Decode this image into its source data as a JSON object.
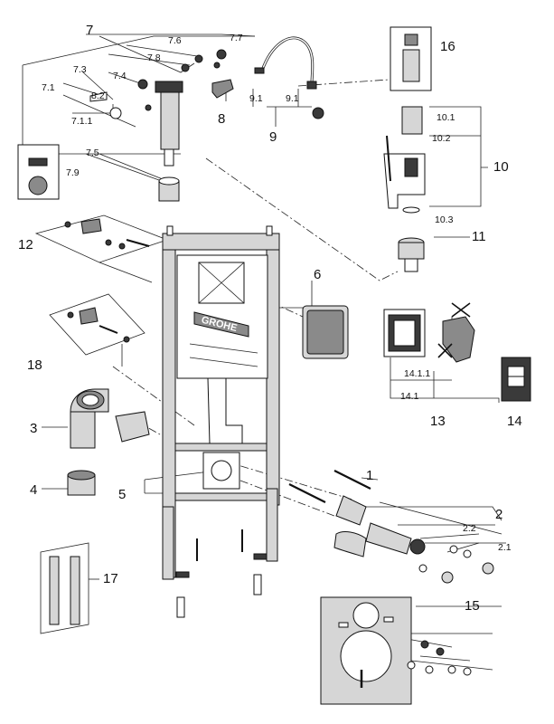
{
  "brand": "GROHE",
  "parts": [
    {
      "id": "7",
      "name": "part-7"
    },
    {
      "id": "7.1",
      "name": "part-7-1"
    },
    {
      "id": "7.1.1",
      "name": "part-7-1-1"
    },
    {
      "id": "7.3",
      "name": "part-7-3"
    },
    {
      "id": "7.4",
      "name": "part-7-4"
    },
    {
      "id": "7.5",
      "name": "part-7-5"
    },
    {
      "id": "7.6",
      "name": "part-7-6"
    },
    {
      "id": "7.7",
      "name": "part-7-7"
    },
    {
      "id": "7.8",
      "name": "part-7-8"
    },
    {
      "id": "7.9",
      "name": "part-7-9"
    },
    {
      "id": "8",
      "name": "part-8"
    },
    {
      "id": "8.2",
      "name": "part-8-2"
    },
    {
      "id": "9",
      "name": "part-9"
    },
    {
      "id": "9.1",
      "name": "part-9-1"
    },
    {
      "id": "10",
      "name": "part-10"
    },
    {
      "id": "10.1",
      "name": "part-10-1"
    },
    {
      "id": "10.2",
      "name": "part-10-2"
    },
    {
      "id": "10.3",
      "name": "part-10-3"
    },
    {
      "id": "11",
      "name": "part-11"
    },
    {
      "id": "12",
      "name": "part-12"
    },
    {
      "id": "6",
      "name": "part-6"
    },
    {
      "id": "16",
      "name": "part-16"
    },
    {
      "id": "18",
      "name": "part-18"
    },
    {
      "id": "3",
      "name": "part-3"
    },
    {
      "id": "4",
      "name": "part-4"
    },
    {
      "id": "5",
      "name": "part-5"
    },
    {
      "id": "1",
      "name": "part-1"
    },
    {
      "id": "2",
      "name": "part-2"
    },
    {
      "id": "2.1",
      "name": "part-2-1"
    },
    {
      "id": "2.2",
      "name": "part-2-2"
    },
    {
      "id": "13",
      "name": "part-13"
    },
    {
      "id": "14",
      "name": "part-14"
    },
    {
      "id": "14.1",
      "name": "part-14-1"
    },
    {
      "id": "14.1.1",
      "name": "part-14-1-1"
    },
    {
      "id": "15",
      "name": "part-15"
    },
    {
      "id": "17",
      "name": "part-17"
    }
  ],
  "labels": {
    "l7": "7",
    "l7_1": "7.1",
    "l7_1_1": "7.1.1",
    "l7_3": "7.3",
    "l7_4": "7.4",
    "l7_5": "7.5",
    "l7_6": "7.6",
    "l7_7": "7.7",
    "l7_8": "7.8",
    "l7_9": "7.9",
    "l8": "8",
    "l8_2": "8.2",
    "l9": "9",
    "l9_1a": "9.1",
    "l9_1b": "9.1",
    "l10": "10",
    "l10_1": "10.1",
    "l10_2": "10.2",
    "l10_3": "10.3",
    "l11": "11",
    "l12": "12",
    "l6": "6",
    "l16": "16",
    "l18": "18",
    "l3": "3",
    "l4": "4",
    "l5": "5",
    "l1": "1",
    "l2": "2",
    "l2_1": "2.1",
    "l2_2": "2.2",
    "l13": "13",
    "l14": "14",
    "l14_1": "14.1",
    "l14_1_1": "14.1.1",
    "l15": "15",
    "l17": "17"
  }
}
